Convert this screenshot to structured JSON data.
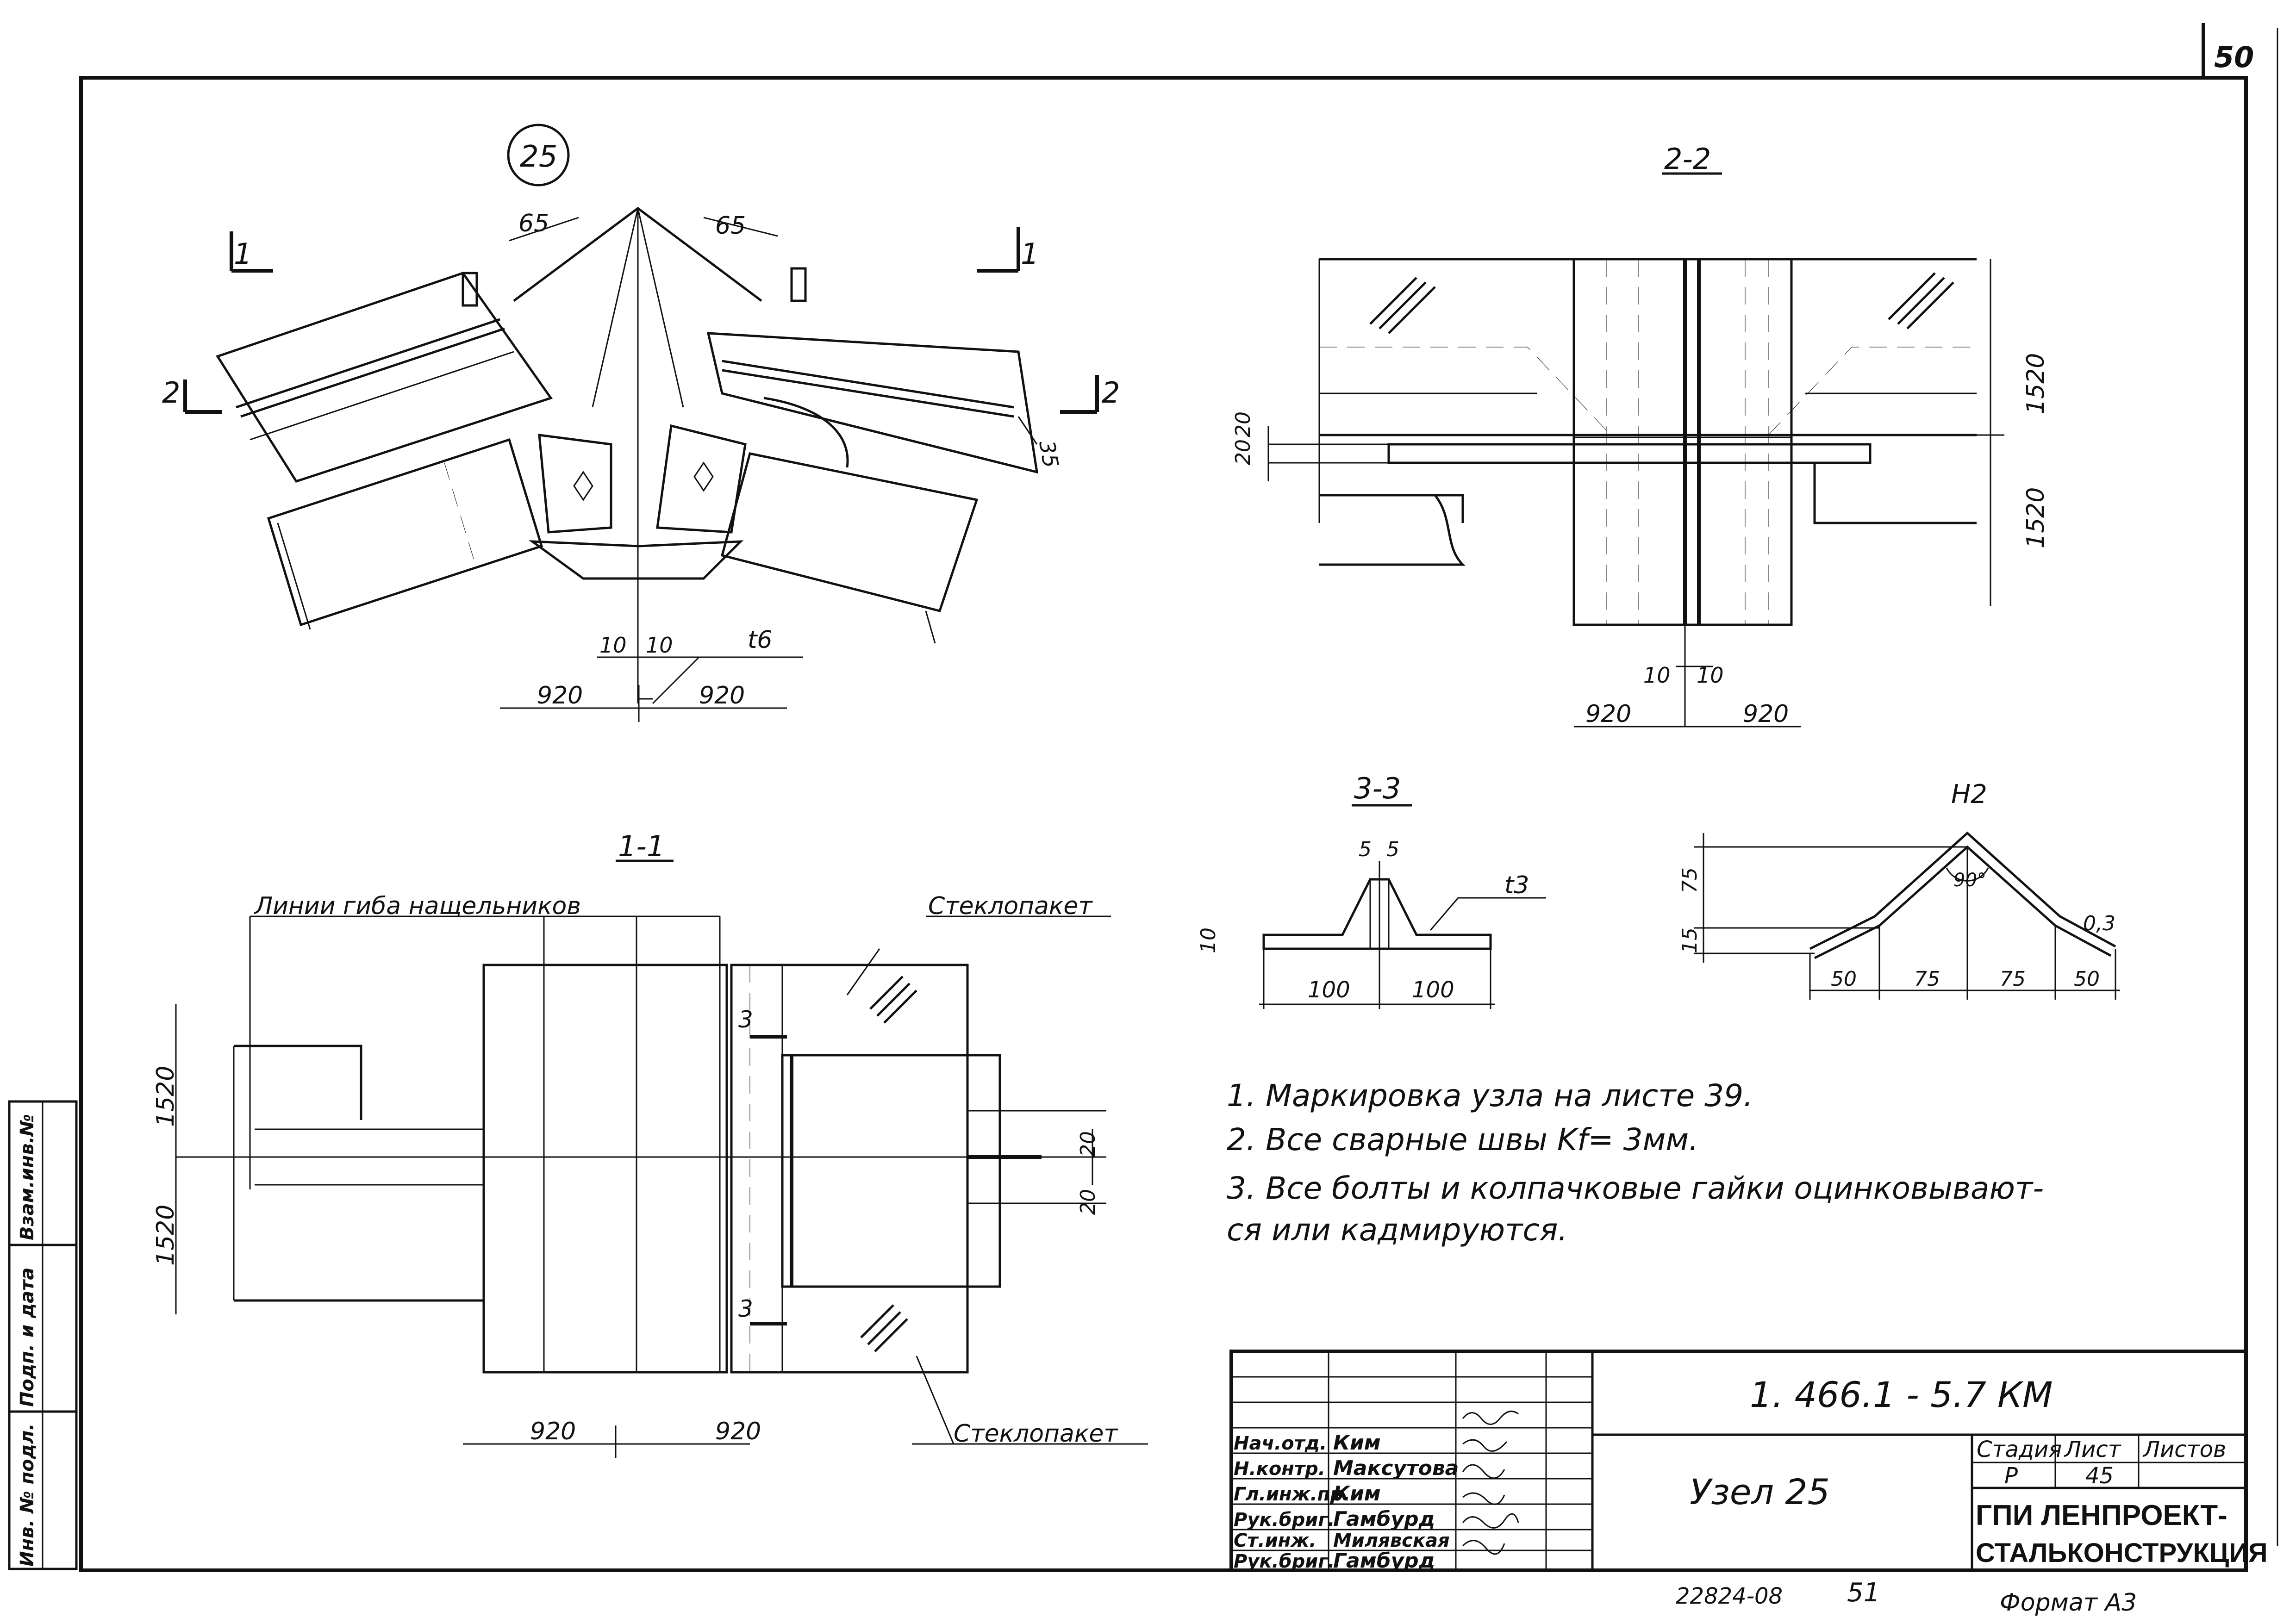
{
  "sheet": {
    "page_number": "50",
    "node_marker": "25",
    "bottom_code": "22824-08",
    "bottom_page": "51",
    "format": "Формат А3"
  },
  "side_stamp": [
    "Инв. № подл.",
    "Подп. и дата",
    "Взам.инв.№"
  ],
  "views": {
    "top_left": {
      "section_1": "1",
      "section_2": "2",
      "dim_65_left": "65",
      "dim_65_right": "65",
      "dim_35": "35",
      "dim_10a": "10",
      "dim_10b": "10",
      "plate": "t6",
      "dim_920_left": "920",
      "dim_920_right": "920"
    },
    "section_2_2": {
      "title": "2-2",
      "dim_1520_top": "1520",
      "dim_1520_bottom": "1520",
      "dim_20a": "20",
      "dim_20b": "20",
      "dim_10a": "10",
      "dim_10b": "10",
      "dim_920_left": "920",
      "dim_920_right": "920"
    },
    "section_1_1": {
      "title": "1-1",
      "bend_lines": "Линии гиба нащельников",
      "glass_top": "Стеклопакет",
      "glass_bottom": "Стеклопакет",
      "dim_1520_top": "1520",
      "dim_1520_bottom": "1520",
      "dim_20a": "20",
      "dim_20b": "20",
      "cut_3a": "3",
      "cut_3b": "3",
      "dim_920_left": "920",
      "dim_920_right": "920"
    },
    "section_3_3": {
      "title": "3-3",
      "dim_5a": "5",
      "dim_5b": "5",
      "dim_10": "10",
      "plate": "t3",
      "dim_100_left": "100",
      "dim_100_right": "100"
    },
    "h2": {
      "title": "Н2",
      "dim_75_v": "75",
      "dim_15_v": "15",
      "angle": "90°",
      "thickness": "0,3",
      "dim_50_left": "50",
      "dim_75_left": "75",
      "dim_75_right": "75",
      "dim_50_right": "50"
    }
  },
  "notes": [
    "1. Маркировка узла на листе 39.",
    "2. Все сварные швы Kf= 3мм.",
    "3. Все болты и колпачковые гайки оцинковывают-",
    "ся или кадмируются."
  ],
  "title_block": {
    "document_code": "1. 466.1 - 5.7 КМ",
    "drawing_name": "Узел 25",
    "roles": [
      "Нач.отд.",
      "Н.контр.",
      "Гл.инж.пр.",
      "Рук.бриг.",
      "Ст.инж.",
      "Рук.бриг."
    ],
    "names": [
      "Ким",
      "Максутова",
      "Ким",
      "Гамбурд",
      "Милявская",
      "Гамбурд"
    ],
    "stage_label": "Стадия",
    "sheet_label": "Лист",
    "sheets_label": "Листов",
    "stage": "Р",
    "sheet": "45",
    "sheets": "",
    "organization_line1": "ГПИ ЛЕНПРОЕКТ-",
    "organization_line2": "СТАЛЬКОНСТРУКЦИЯ"
  }
}
